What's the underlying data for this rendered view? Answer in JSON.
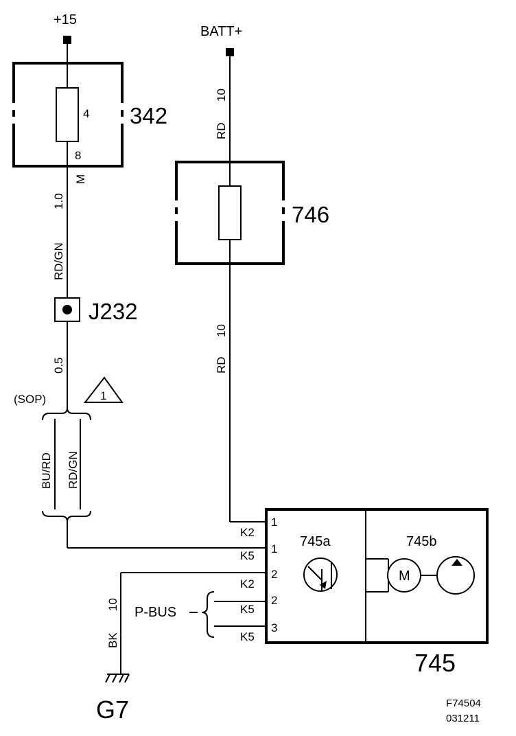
{
  "power": {
    "ign": "+15",
    "batt": "BATT+"
  },
  "fuse342": {
    "label": "342",
    "pin_in": "4",
    "pin_out": "8",
    "pin_m": "M"
  },
  "fuse746": {
    "label": "746"
  },
  "wires": {
    "ign_wire_size": "1.0",
    "ign_wire_color": "RD/GN",
    "j232_wire_size": "0.5",
    "batt_wire_top_color": "RD",
    "batt_wire_top_size": "10",
    "batt_wire_bottom_color": "RD",
    "batt_wire_bottom_size": "10",
    "ground_wire_color": "BK",
    "ground_wire_size": "10"
  },
  "junction": {
    "label": "J232"
  },
  "sop": {
    "label": "(SOP)",
    "note_number": "1",
    "alt_color_1": "BU/RD",
    "alt_color_2": "RD/GN"
  },
  "pbus": {
    "label": "P-BUS"
  },
  "connectors": [
    {
      "name": "K2",
      "pin": "1"
    },
    {
      "name": "K5",
      "pin": "1"
    },
    {
      "name": "K2",
      "pin": "2"
    },
    {
      "name": "K5",
      "pin": "2"
    },
    {
      "name": "K5",
      "pin": "3"
    }
  ],
  "module745": {
    "label": "745",
    "sub_a": "745a",
    "sub_b": "745b",
    "motor": "M"
  },
  "ground": {
    "label": "G7"
  },
  "figure": {
    "code": "F74504",
    "date": "031211"
  }
}
